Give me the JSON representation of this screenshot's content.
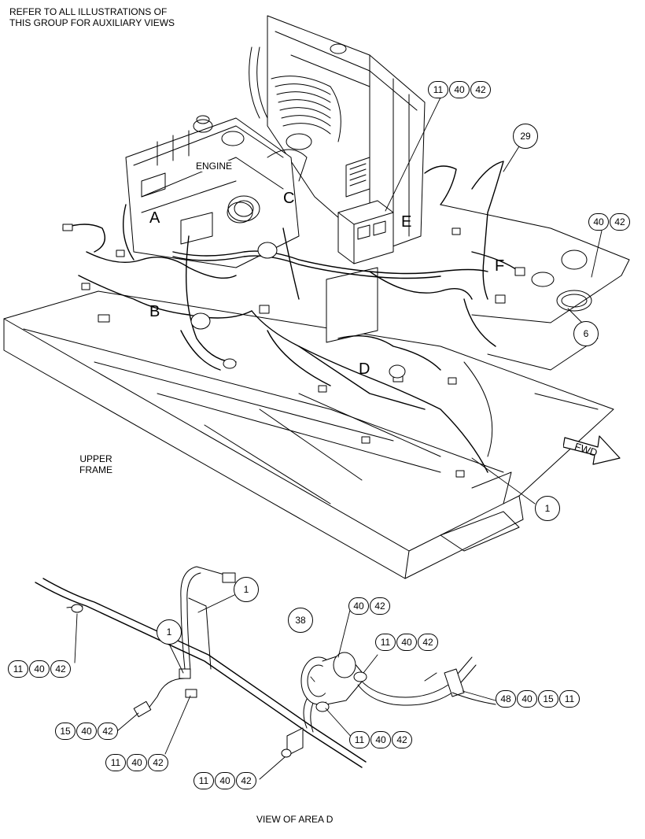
{
  "header_note": [
    "REFER TO ALL ILLUSTRATIONS OF",
    "THIS GROUP FOR AUXILIARY VIEWS"
  ],
  "labels": {
    "engine": "ENGINE",
    "upper_frame": [
      "UPPER",
      "FRAME"
    ],
    "fwd": "FWD",
    "view_caption": "VIEW OF AREA  D"
  },
  "areas": [
    "A",
    "B",
    "C",
    "D",
    "E",
    "F"
  ],
  "callouts": {
    "top_11_40_42": [
      "11",
      "40",
      "42"
    ],
    "right_40_42": [
      "40",
      "42"
    ],
    "c29": "29",
    "c6": "6",
    "c1_main": "1",
    "v_left_11_40_42": [
      "11",
      "40",
      "42"
    ],
    "v_15_40_42": [
      "15",
      "40",
      "42"
    ],
    "v_mid_11_40_42": [
      "11",
      "40",
      "42"
    ],
    "v_bottom_11_40_42": [
      "11",
      "40",
      "42"
    ],
    "v_1a": "1",
    "v_1b": "1",
    "v_38": "38",
    "v_40_42": [
      "40",
      "42"
    ],
    "v_right_11_40_42": [
      "11",
      "40",
      "42"
    ],
    "v_lower_11_40_42": [
      "11",
      "40",
      "42"
    ],
    "v_48_40_15_11": [
      "48",
      "40",
      "15",
      "11"
    ]
  }
}
